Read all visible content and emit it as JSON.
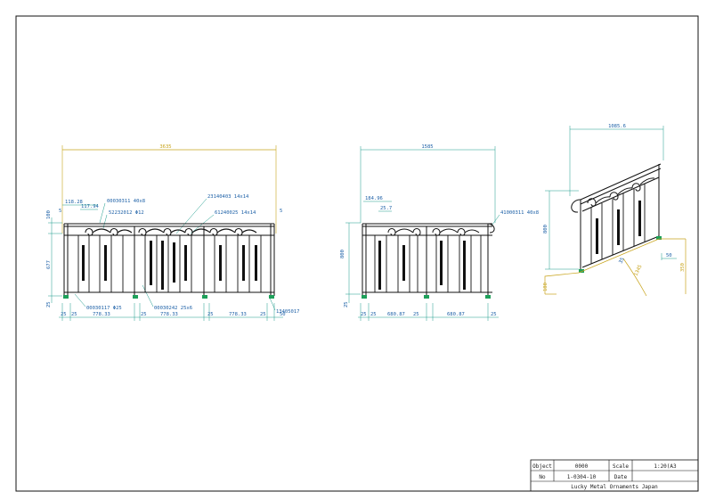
{
  "colors": {
    "ink": "#111111",
    "dimension": "#1a9a8a",
    "text": "#1b5fa6",
    "overall": "#c8a41c",
    "accent": "#1ea05a"
  },
  "front_view": {
    "overall_length": "3635",
    "offset_a": "118.28",
    "offset_b": "117.94",
    "margin_left": "5",
    "margin_right": "5",
    "part_top_rail": "00030311 40x8",
    "part_scroll": "52232012 Φ12",
    "part_panel": "23140403 14x14",
    "part_spindle": "61240025 14x14",
    "part_post": "00030117 Φ25",
    "part_bottom_rail": "00030242 25x6",
    "part_foot": "13405017",
    "height_top": "100",
    "height_mid": "677",
    "height_bottom": "25",
    "bottom_dims": [
      "25",
      "25",
      "778.33",
      "25",
      "778.33",
      "25",
      "778.33",
      "25",
      "50"
    ]
  },
  "side_view": {
    "overall_length": "1585",
    "offset": "184.96",
    "margin": "25.7",
    "part_top_rail": "41000311 40x8",
    "height_total": "800",
    "height_bottom": "25",
    "bottom_dims": [
      "25",
      "25",
      "680.87",
      "25",
      "680.87",
      "25"
    ]
  },
  "stair_view": {
    "overall_length": "1085.6",
    "height_rail": "800",
    "angle": "35",
    "run": "1345",
    "step_width": "50",
    "rise": "350",
    "base_height": "180"
  },
  "title_block": {
    "object_label": "Object",
    "object_value": "0000",
    "scale_label": "Scale",
    "scale_value": "1:20(A3",
    "no_label": "No",
    "no_value": "1-0304-10",
    "date_label": "Date",
    "date_value": "",
    "company": "Lucky Metal Ornaments Japan"
  }
}
